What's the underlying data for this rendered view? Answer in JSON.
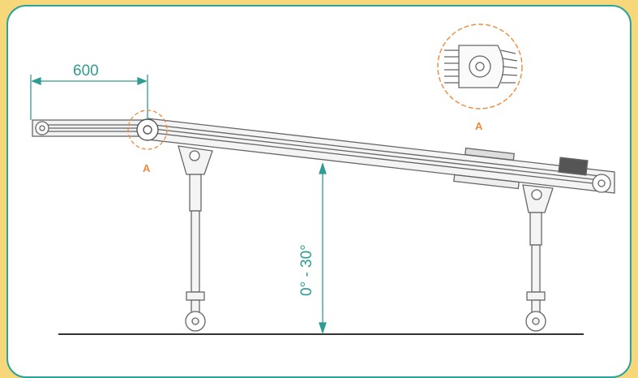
{
  "diagram": {
    "length_dimension": "600",
    "angle_dimension": "0° - 30°",
    "detail_label_left": "A",
    "detail_label_right": "A"
  },
  "colors": {
    "background": "#f6d77a",
    "frame_border": "#2aa39a",
    "dimension": "#2f9c94",
    "callout": "#ee8a3a",
    "line_art": "#555555"
  }
}
